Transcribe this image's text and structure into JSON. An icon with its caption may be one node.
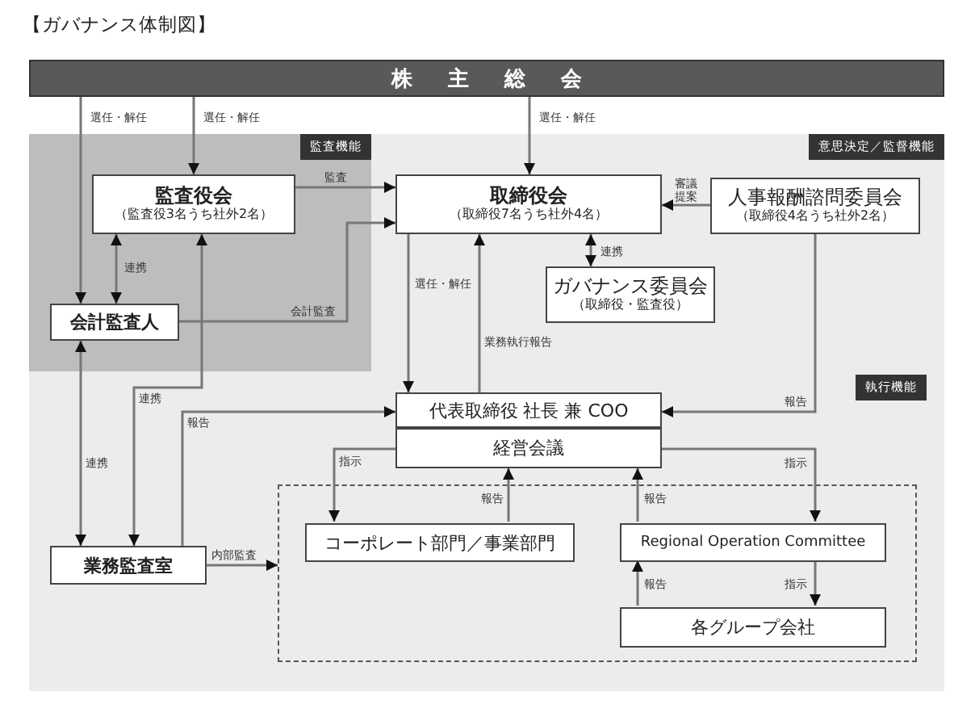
{
  "diagram": {
    "title": "【ガバナンス体制図】",
    "nodes": [
      {
        "text": [
          "株主総会"
        ]
      },
      {
        "text": [
          "意思決定／監督機能"
        ]
      },
      {
        "text": [
          "監査機能"
        ],
        "in": 1
      },
      {
        "text": [
          "監査役会",
          "（監査役3名うち社外2名）"
        ],
        "in": 2
      },
      {
        "text": [
          "会計監査人"
        ],
        "in": 2
      },
      {
        "text": [
          "取締役会",
          "（取締役7名うち社外4名）"
        ],
        "in": 1
      },
      {
        "text": [
          "人事報酬諮問委員会",
          "（取締役4名うち社外2名）"
        ],
        "in": 1
      },
      {
        "text": [
          "ガバナンス委員会",
          "（取締役・監査役）"
        ],
        "in": 1
      },
      {
        "text": [
          "代表取締役 社長 兼 COO"
        ],
        "in": 1
      },
      {
        "text": [
          "経営会議"
        ],
        "in": 1
      },
      {
        "text": [],
        "shape": "box",
        "in": 1
      },
      {
        "text": [
          "コーポレート部門／事業部門"
        ],
        "in": 10
      },
      {
        "text": [
          "Regional Operation Committee"
        ],
        "in": 10
      },
      {
        "text": [
          "各グループ会社"
        ],
        "in": 10
      },
      {
        "text": [
          "業務監査室"
        ],
        "in": 1
      }
    ],
    "edges": [
      {
        "from": 0,
        "to": 4,
        "arrow": "to",
        "label": "選任・解任"
      },
      {
        "from": 0,
        "to": 3,
        "arrow": "to",
        "label": "選任・解任"
      },
      {
        "from": 0,
        "to": 5,
        "arrow": "to",
        "label": "選任・解任"
      },
      {
        "from": 3,
        "to": 5,
        "arrow": "to",
        "label": "監査"
      },
      {
        "from": 4,
        "to": 5,
        "arrow": "to",
        "label": "会計監査"
      },
      {
        "from": 3,
        "to": 4,
        "arrow": "both",
        "label": "連携"
      },
      {
        "from": 6,
        "to": 5,
        "arrow": "to",
        "label": "審議提案"
      },
      {
        "from": 5,
        "to": 7,
        "arrow": "both",
        "label": "連携"
      },
      {
        "from": 5,
        "to": 8,
        "arrow": "to",
        "label": "選任・解任"
      },
      {
        "from": 8,
        "to": 5,
        "arrow": "to",
        "label": "業務執行報告"
      },
      {
        "from": 6,
        "to": 8,
        "arrow": "to",
        "label": "報告"
      },
      {
        "from": 4,
        "to": 14,
        "arrow": "both",
        "label": "連携"
      },
      {
        "from": 14,
        "to": 3,
        "arrow": "both",
        "label": "連携"
      },
      {
        "from": 14,
        "to": 8,
        "arrow": "to",
        "label": "報告"
      },
      {
        "from": 14,
        "to": 10,
        "arrow": "to",
        "label": "内部監査"
      },
      {
        "from": 9,
        "to": 11,
        "arrow": "to",
        "label": "指示"
      },
      {
        "from": 11,
        "to": 9,
        "arrow": "to",
        "label": "報告"
      },
      {
        "from": 12,
        "to": 9,
        "arrow": "to",
        "label": "報告"
      },
      {
        "from": 9,
        "to": 12,
        "arrow": "to",
        "label": "指示"
      },
      {
        "from": 12,
        "to": 13,
        "arrow": "to",
        "label": "指示"
      },
      {
        "from": 13,
        "to": 12,
        "arrow": "to",
        "label": "報告"
      }
    ],
    "labels": [
      "執行機能"
    ]
  }
}
